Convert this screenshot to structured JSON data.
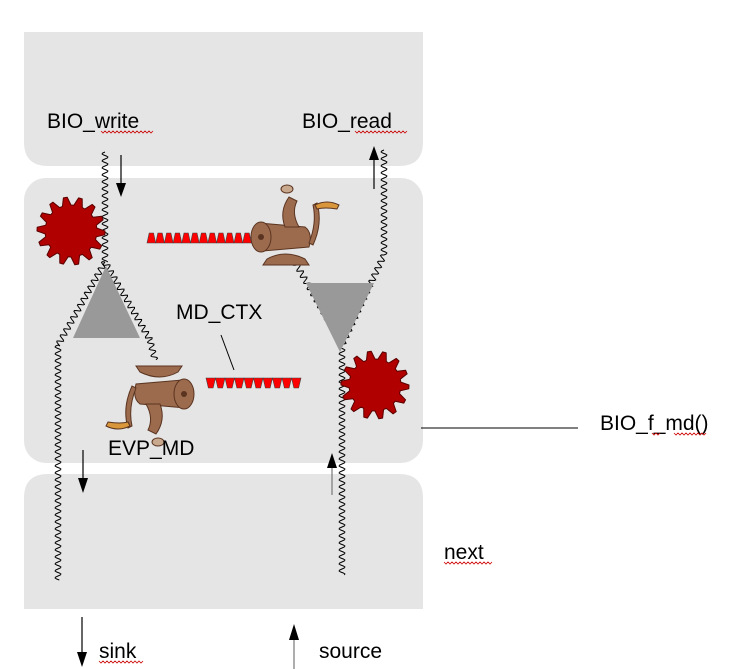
{
  "diagram": {
    "title": "BIO_f_md filter BIO diagram",
    "labels": {
      "bio_write": "BIO_write",
      "bio_read": "BIO_read",
      "md_ctx": "MD_CTX",
      "evp_md": "EVP_MD",
      "bio_f_md": "BIO_f_md()",
      "next": "next",
      "sink": "sink",
      "source": "source"
    },
    "colors": {
      "panel": "#e5e5e5",
      "gear": "#b00000",
      "gear_outline": "#5a0000",
      "funnel": "#999999",
      "grinder": "#9c6b4e",
      "grinder_dark": "#5a3420",
      "handle": "#d9963a",
      "digest_teeth": "#ff0000",
      "spellcheck": "#cc0000"
    },
    "icons": {
      "gear": "gear-icon",
      "funnel": "funnel-icon",
      "grinder": "meat-grinder-icon"
    }
  }
}
